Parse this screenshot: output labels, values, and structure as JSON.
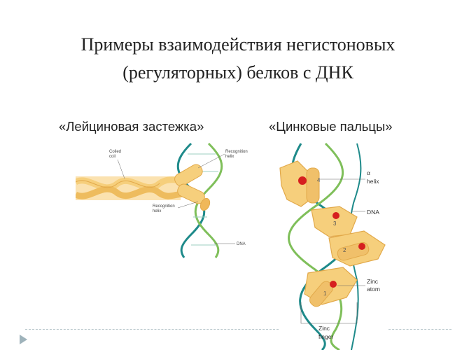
{
  "title": {
    "line1": "Примеры взаимодействия негистоновых",
    "line2": "(регуляторных) белков с ДНК"
  },
  "left": {
    "caption": "«Лейциновая застежка»",
    "labels": {
      "coiled_1": "Coiled",
      "coiled_2": "coil",
      "recognition_helix_1": "Recognition",
      "recognition_helix_2": "helix",
      "recognition_lower_1": "Recognition",
      "recognition_lower_2": "helix",
      "dna": "DNA"
    }
  },
  "right": {
    "caption": "«Цинковые пальцы»",
    "labels": {
      "alpha": "α",
      "helix": "helix",
      "dna": "DNA",
      "zinc_atom_1": "Zinc",
      "zinc_atom_2": "atom",
      "zinc_finger_1": "Zinc",
      "zinc_finger_2": "finger"
    },
    "numbers": [
      "4",
      "3",
      "2",
      "1"
    ]
  },
  "colors": {
    "dna_teal": "#1e8a8a",
    "dna_green": "#7fbf5a",
    "protein_yellow": "#f6cf7c",
    "protein_edge": "#e2a94a",
    "zinc_red": "#d61f1f",
    "divider": "#b9c7cc"
  }
}
